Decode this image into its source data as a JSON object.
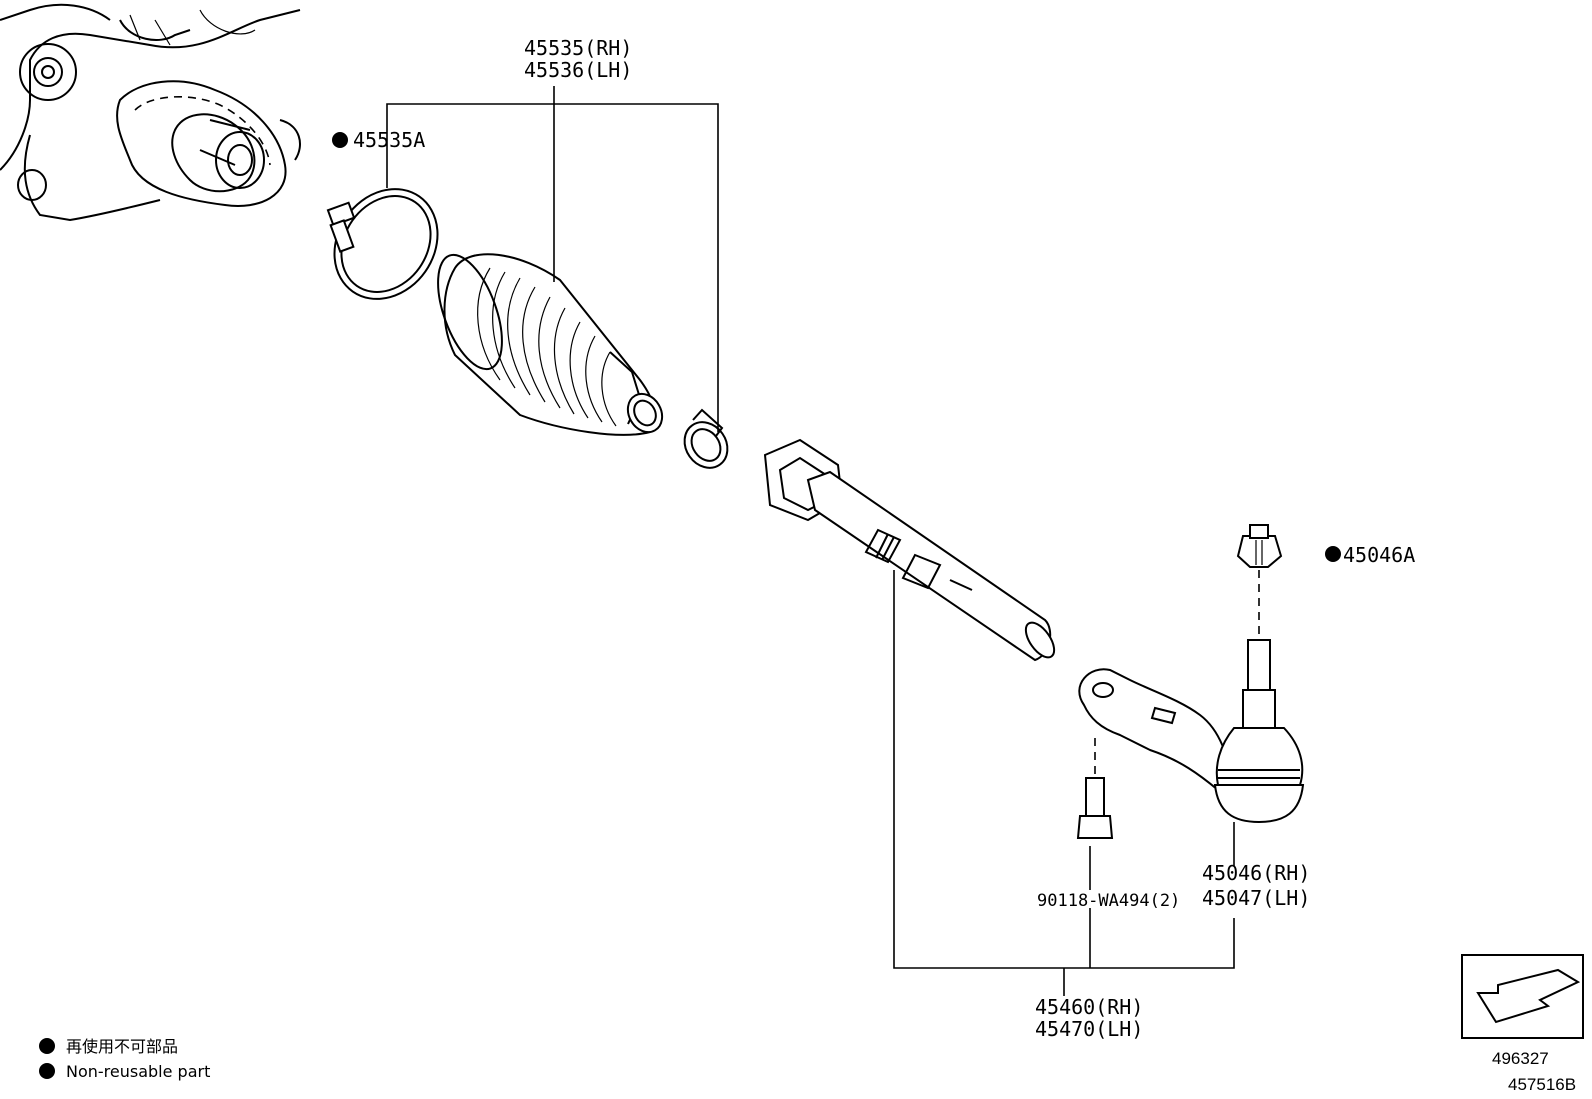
{
  "parts": {
    "boot_rh": "45535(RH)",
    "boot_lh": "45536(LH)",
    "boot_clamp": "45535A",
    "tie_rod_end_nut": "45046A",
    "tie_rod_end_rh": "45046(RH)",
    "tie_rod_end_lh": "45047(LH)",
    "bolt": "90118-WA494(2)",
    "tie_rod_rh": "45460(RH)",
    "tie_rod_lh": "45470(LH)"
  },
  "legend": {
    "symbol_jp": "再使用不可部品",
    "symbol_en": "Non-reusable part"
  },
  "reference": {
    "illustration_no": "496327",
    "page_no": "457516B"
  },
  "icons": {
    "non_reusable_marker": "filled-circle",
    "reference_box": "arrow-outline-icon"
  }
}
